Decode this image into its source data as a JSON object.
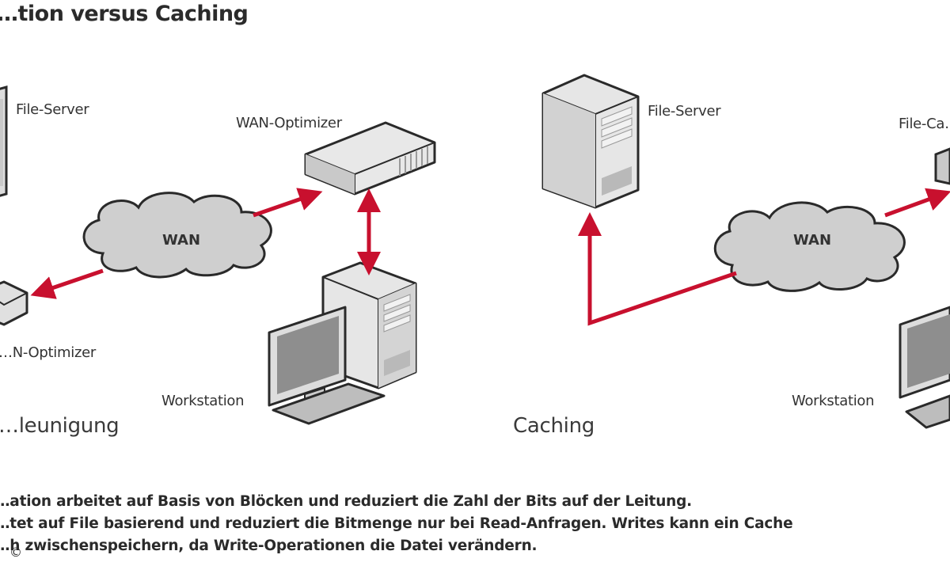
{
  "title": "…tion versus Caching",
  "left_diagram": {
    "section_label": "…leunigung",
    "file_server_label": "File-Server",
    "wan_optimizer_top_label": "WAN-Optimizer",
    "wan_optimizer_bottom_label": "…N-Optimizer",
    "cloud_label": "WAN",
    "workstation_label": "Workstation"
  },
  "right_diagram": {
    "section_label": "Caching",
    "file_server_label": "File-Server",
    "file_cache_label": "File-Ca…",
    "cloud_label": "WAN",
    "workstation_label": "Workstation"
  },
  "caption": {
    "line1": "…ation arbeitet auf Basis von Blöcken und reduziert die Zahl der Bits auf der Leitung.",
    "line2": "…tet auf File basierend und reduziert die Bitmenge nur bei Read-Anfragen. Writes kann ein Cache",
    "line3": "…h zwischenspeichern, da Write-Operationen die Datei verändern."
  },
  "copyright": "©",
  "colors": {
    "arrow": "#c8102e",
    "device_fill": "#e4e4e4",
    "cloud_fill": "#cfcfcf",
    "outline": "#2a2a2a"
  }
}
